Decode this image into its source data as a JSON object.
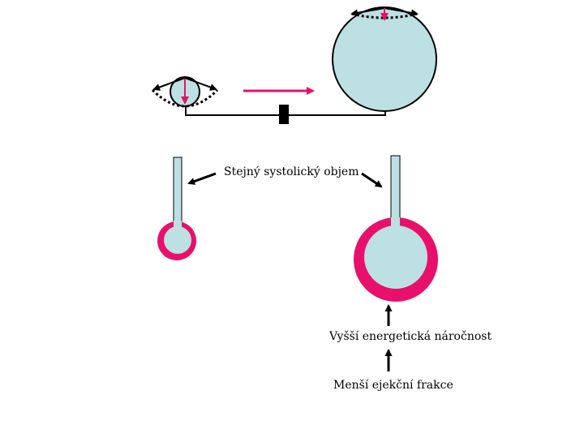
{
  "labels": {
    "same_volume": "Stejný systolický objem",
    "energy": "Vyšší energetická náročnost",
    "ejection": "Menší ejekční frakce"
  },
  "colors": {
    "chamber_fill": "#bde0e2",
    "wall": "#e8106a",
    "arrow_accent": "#e8106a",
    "line": "#000000"
  }
}
